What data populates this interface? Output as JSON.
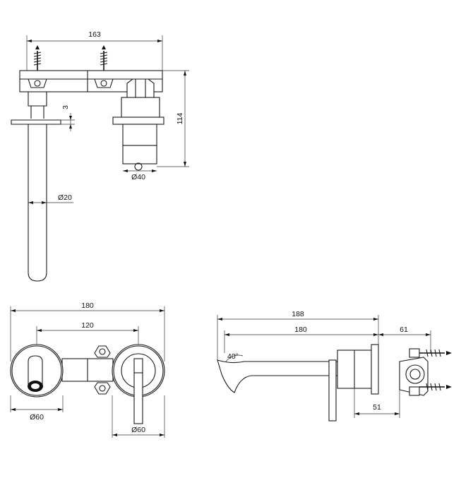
{
  "drawing": {
    "top_view": {
      "width": "163",
      "height": "114",
      "flange_gap": "3",
      "body_diameter": "Ø40",
      "spout_diameter": "Ø20"
    },
    "front_view": {
      "overall_width": "180",
      "centre_distance": "120",
      "left_plate_diameter": "Ø60",
      "right_plate_diameter": "Ø60"
    },
    "side_view": {
      "spout_reach": "188",
      "reach_to_wall": "180",
      "body_depth": "61",
      "spout_angle": "40°",
      "plate_offset": "51"
    }
  }
}
